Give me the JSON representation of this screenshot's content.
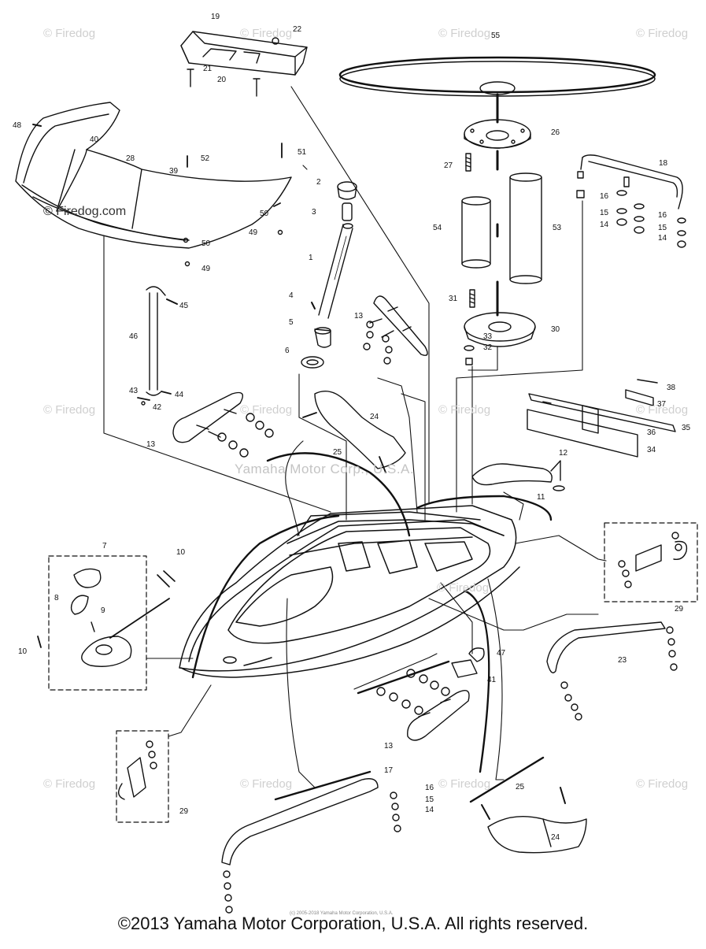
{
  "watermark": {
    "text": "© Firedog.com",
    "repeat": "© Firedog",
    "center_text": "Yamaha Motor Corp., U.S.A."
  },
  "tiny_copyright": "(c) 2005-2018 Yamaha Motor Corporation, U.S.A.",
  "footer": "©2013 Yamaha Motor Corporation, U.S.A. All rights reserved.",
  "callouts": [
    {
      "id": "c-19",
      "text": "19"
    },
    {
      "id": "c-22",
      "text": "22"
    },
    {
      "id": "c-21",
      "text": "21"
    },
    {
      "id": "c-20",
      "text": "20"
    },
    {
      "id": "c-55",
      "text": "55"
    },
    {
      "id": "c-26",
      "text": "26"
    },
    {
      "id": "c-27",
      "text": "27"
    },
    {
      "id": "c-18",
      "text": "18"
    },
    {
      "id": "c-48",
      "text": "48"
    },
    {
      "id": "c-40",
      "text": "40"
    },
    {
      "id": "c-28",
      "text": "28"
    },
    {
      "id": "c-39",
      "text": "39"
    },
    {
      "id": "c-52",
      "text": "52"
    },
    {
      "id": "c-51",
      "text": "51"
    },
    {
      "id": "c-2",
      "text": "2"
    },
    {
      "id": "c-3",
      "text": "3"
    },
    {
      "id": "c-50a",
      "text": "50"
    },
    {
      "id": "c-49a",
      "text": "49"
    },
    {
      "id": "c-50b",
      "text": "50"
    },
    {
      "id": "c-49b",
      "text": "49"
    },
    {
      "id": "c-16a",
      "text": "16"
    },
    {
      "id": "c-15a",
      "text": "15"
    },
    {
      "id": "c-14a",
      "text": "14"
    },
    {
      "id": "c-16b",
      "text": "16"
    },
    {
      "id": "c-15b",
      "text": "15"
    },
    {
      "id": "c-14b",
      "text": "14"
    },
    {
      "id": "c-54",
      "text": "54"
    },
    {
      "id": "c-53",
      "text": "53"
    },
    {
      "id": "c-1",
      "text": "1"
    },
    {
      "id": "c-45",
      "text": "45"
    },
    {
      "id": "c-46",
      "text": "46"
    },
    {
      "id": "c-4",
      "text": "4"
    },
    {
      "id": "c-5",
      "text": "5"
    },
    {
      "id": "c-6",
      "text": "6"
    },
    {
      "id": "c-13a",
      "text": "13"
    },
    {
      "id": "c-31",
      "text": "31"
    },
    {
      "id": "c-30",
      "text": "30"
    },
    {
      "id": "c-33",
      "text": "33"
    },
    {
      "id": "c-32",
      "text": "32"
    },
    {
      "id": "c-38",
      "text": "38"
    },
    {
      "id": "c-37",
      "text": "37"
    },
    {
      "id": "c-36",
      "text": "36"
    },
    {
      "id": "c-35",
      "text": "35"
    },
    {
      "id": "c-34",
      "text": "34"
    },
    {
      "id": "c-43",
      "text": "43"
    },
    {
      "id": "c-44",
      "text": "44"
    },
    {
      "id": "c-42",
      "text": "42"
    },
    {
      "id": "c-13b",
      "text": "13"
    },
    {
      "id": "c-24a",
      "text": "24"
    },
    {
      "id": "c-25a",
      "text": "25"
    },
    {
      "id": "c-12",
      "text": "12"
    },
    {
      "id": "c-11",
      "text": "11"
    },
    {
      "id": "c-7",
      "text": "7"
    },
    {
      "id": "c-10a",
      "text": "10"
    },
    {
      "id": "c-8",
      "text": "8"
    },
    {
      "id": "c-9",
      "text": "9"
    },
    {
      "id": "c-10b",
      "text": "10"
    },
    {
      "id": "c-29a",
      "text": "29"
    },
    {
      "id": "c-47",
      "text": "47"
    },
    {
      "id": "c-23",
      "text": "23"
    },
    {
      "id": "c-41",
      "text": "41"
    },
    {
      "id": "c-13c",
      "text": "13"
    },
    {
      "id": "c-29b",
      "text": "29"
    },
    {
      "id": "c-17",
      "text": "17"
    },
    {
      "id": "c-16c",
      "text": "16"
    },
    {
      "id": "c-15c",
      "text": "15"
    },
    {
      "id": "c-14c",
      "text": "14"
    },
    {
      "id": "c-25b",
      "text": "25"
    },
    {
      "id": "c-24b",
      "text": "24"
    }
  ]
}
